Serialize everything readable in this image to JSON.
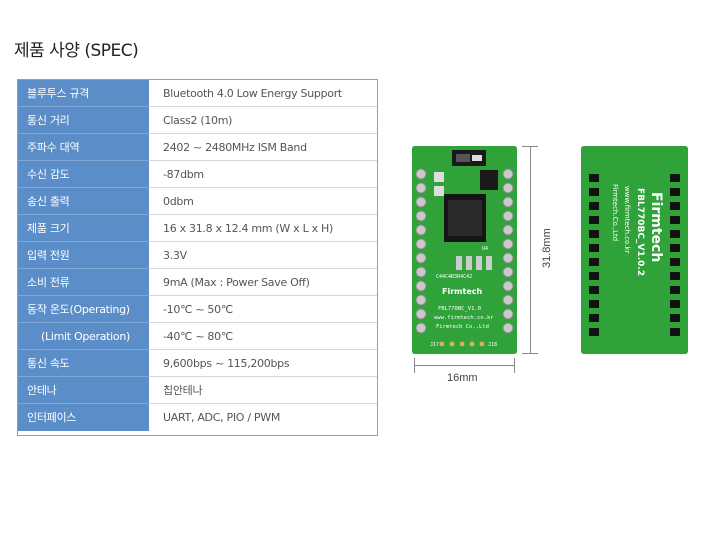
{
  "page_title": "제품 사양 (SPEC)",
  "spec_rows": [
    {
      "label": "블루투스 규격",
      "value": "Bluetooth 4.0 Low Energy Support"
    },
    {
      "label": "통신 거리",
      "value": "Class2 (10m)"
    },
    {
      "label": "주파수 대역",
      "value": "2402 ~ 2480MHz ISM Band"
    },
    {
      "label": "수신 감도",
      "value": "-87dbm"
    },
    {
      "label": "송신 출력",
      "value": "0dbm"
    },
    {
      "label": "제품 크기",
      "value": "16 x 31.8 x 12.4 mm (W x L x H)"
    },
    {
      "label": "입력 전원",
      "value": "3.3V"
    },
    {
      "label": "소비 전류",
      "value": "9mA (Max : Power Save Off)"
    },
    {
      "label": "동작 온도(Operating)",
      "value": "-10℃ ~ 50℃"
    },
    {
      "label": "(Limit Operation)",
      "value": "-40℃ ~ 80℃"
    },
    {
      "label": "통신 속도",
      "value": "9,600bps ~ 115,200bps"
    },
    {
      "label": "안테나",
      "value": "칩안테나"
    },
    {
      "label": "인터페이스",
      "value": "UART, ADC, PIO / PWM"
    }
  ],
  "dimensions": {
    "width_label": "16mm",
    "length_label": "31.8mm"
  },
  "board_front": {
    "brand": "Firmtech",
    "model": "FBL770BC_V1.0",
    "url": "www.firmtech.co.kr",
    "company": "Firmtech Co.,Ltd",
    "part_labels": "C44C4R3R4C42",
    "u4": "U4",
    "j17": "J17",
    "j18": "J18"
  },
  "board_back": {
    "brand": "Firmtech",
    "model": "FBL770BC_V1.0.2",
    "url": "www.firmtech.co.kr",
    "company": "Firmtech.Co.,Ltd"
  },
  "colors": {
    "table_header": "#5b8dc9",
    "table_border": "#7ea3cf",
    "pcb_green": "#2fa33a"
  }
}
